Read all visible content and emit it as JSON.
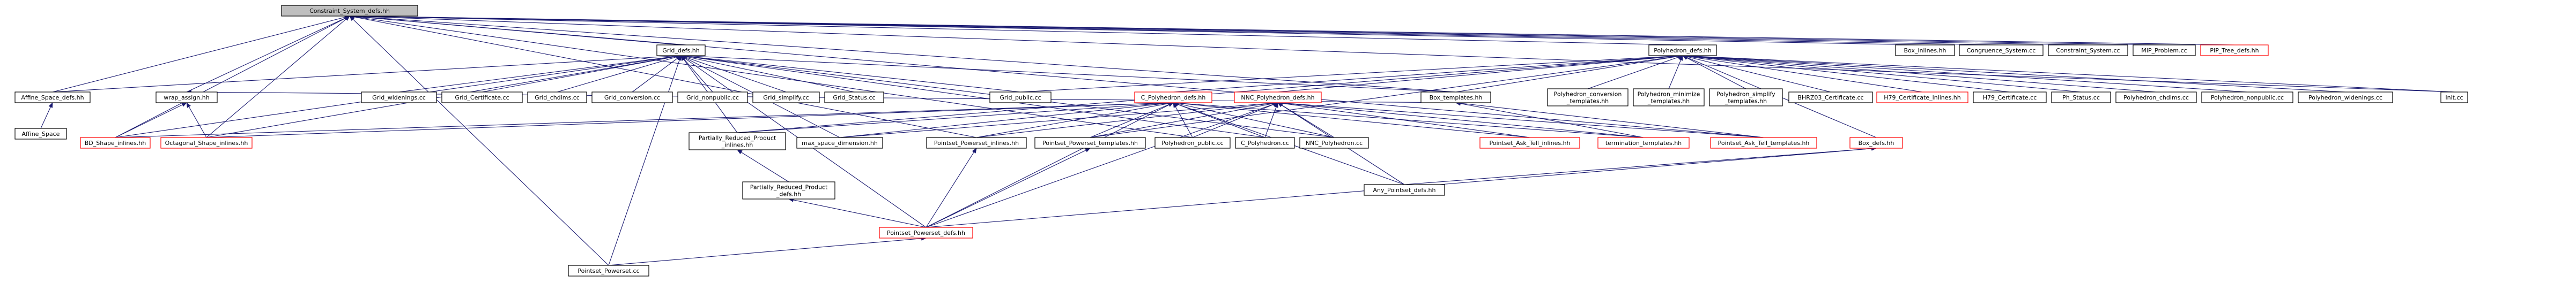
{
  "colors": {
    "root_fill": "#bfbfbf",
    "node_fill": "#ffffff",
    "node_border_normal": "#000000",
    "node_border_truncated": "#ff0000",
    "edge_color": "#191970"
  },
  "nodes": [
    {
      "id": "n_root",
      "lines": [
        "Constraint_System_defs.hh"
      ],
      "kind": "root"
    },
    {
      "id": "n_grid_defs",
      "lines": [
        "Grid_defs.hh"
      ],
      "kind": "normal"
    },
    {
      "id": "n_poly_defs",
      "lines": [
        "Polyhedron_defs.hh"
      ],
      "kind": "normal"
    },
    {
      "id": "n_box_inlines",
      "lines": [
        "Box_inlines.hh"
      ],
      "kind": "normal"
    },
    {
      "id": "n_congruence",
      "lines": [
        "Congruence_System.cc"
      ],
      "kind": "normal"
    },
    {
      "id": "n_cs_cc",
      "lines": [
        "Constraint_System.cc"
      ],
      "kind": "normal"
    },
    {
      "id": "n_mip",
      "lines": [
        "MIP_Problem.cc"
      ],
      "kind": "normal"
    },
    {
      "id": "n_pip",
      "lines": [
        "PIP_Tree_defs.hh"
      ],
      "kind": "truncated"
    },
    {
      "id": "n_affine_defs",
      "lines": [
        "Affine_Space_defs.hh"
      ],
      "kind": "normal"
    },
    {
      "id": "n_wrap",
      "lines": [
        "wrap_assign.hh"
      ],
      "kind": "normal"
    },
    {
      "id": "n_grid_widenings",
      "lines": [
        "Grid_widenings.cc"
      ],
      "kind": "normal"
    },
    {
      "id": "n_grid_cert",
      "lines": [
        "Grid_Certificate.cc"
      ],
      "kind": "normal"
    },
    {
      "id": "n_grid_chdims",
      "lines": [
        "Grid_chdims.cc"
      ],
      "kind": "normal"
    },
    {
      "id": "n_grid_conv",
      "lines": [
        "Grid_conversion.cc"
      ],
      "kind": "normal"
    },
    {
      "id": "n_grid_nonpub",
      "lines": [
        "Grid_nonpublic.cc"
      ],
      "kind": "normal"
    },
    {
      "id": "n_grid_simplify",
      "lines": [
        "Grid_simplify.cc"
      ],
      "kind": "normal"
    },
    {
      "id": "n_grid_status",
      "lines": [
        "Grid_Status.cc"
      ],
      "kind": "normal"
    },
    {
      "id": "n_grid_public",
      "lines": [
        "Grid_public.cc"
      ],
      "kind": "normal"
    },
    {
      "id": "n_box_templates",
      "lines": [
        "Box_templates.hh"
      ],
      "kind": "normal"
    },
    {
      "id": "n_poly_conv_tpl",
      "lines": [
        "Polyhedron_conversion",
        "_templates.hh"
      ],
      "kind": "normal"
    },
    {
      "id": "n_poly_min_tpl",
      "lines": [
        "Polyhedron_minimize",
        "_templates.hh"
      ],
      "kind": "normal"
    },
    {
      "id": "n_poly_simp_tpl",
      "lines": [
        "Polyhedron_simplify",
        "_templates.hh"
      ],
      "kind": "normal"
    },
    {
      "id": "n_bhrz03",
      "lines": [
        "BHRZ03_Certificate.cc"
      ],
      "kind": "normal"
    },
    {
      "id": "n_h79_inl",
      "lines": [
        "H79_Certificate_inlines.hh"
      ],
      "kind": "truncated"
    },
    {
      "id": "n_h79_cc",
      "lines": [
        "H79_Certificate.cc"
      ],
      "kind": "normal"
    },
    {
      "id": "n_ph_status",
      "lines": [
        "Ph_Status.cc"
      ],
      "kind": "normal"
    },
    {
      "id": "n_poly_chdims",
      "lines": [
        "Polyhedron_chdims.cc"
      ],
      "kind": "normal"
    },
    {
      "id": "n_poly_nonpub",
      "lines": [
        "Polyhedron_nonpublic.cc"
      ],
      "kind": "normal"
    },
    {
      "id": "n_poly_widen",
      "lines": [
        "Polyhedron_widenings.cc"
      ],
      "kind": "normal"
    },
    {
      "id": "n_init",
      "lines": [
        "Init.cc"
      ],
      "kind": "normal"
    },
    {
      "id": "n_cpoly_defs",
      "lines": [
        "C_Polyhedron_defs.hh"
      ],
      "kind": "truncated"
    },
    {
      "id": "n_nncpoly_defs",
      "lines": [
        "NNC_Polyhedron_defs.hh"
      ],
      "kind": "truncated"
    },
    {
      "id": "n_affine_space",
      "lines": [
        "Affine_Space"
      ],
      "kind": "normal"
    },
    {
      "id": "n_bd_inl",
      "lines": [
        "BD_Shape_inlines.hh"
      ],
      "kind": "truncated"
    },
    {
      "id": "n_oct_inl",
      "lines": [
        "Octagonal_Shape_inlines.hh"
      ],
      "kind": "truncated"
    },
    {
      "id": "n_prp_inl",
      "lines": [
        "Partially_Reduced_Product",
        "_inlines.hh"
      ],
      "kind": "normal"
    },
    {
      "id": "n_max_space",
      "lines": [
        "max_space_dimension.hh"
      ],
      "kind": "normal"
    },
    {
      "id": "n_pps_inl",
      "lines": [
        "Pointset_Powerset_inlines.hh"
      ],
      "kind": "normal"
    },
    {
      "id": "n_pps_tpl",
      "lines": [
        "Pointset_Powerset_templates.hh"
      ],
      "kind": "normal"
    },
    {
      "id": "n_poly_public",
      "lines": [
        "Polyhedron_public.cc"
      ],
      "kind": "normal"
    },
    {
      "id": "n_c_poly_cc",
      "lines": [
        "C_Polyhedron.cc"
      ],
      "kind": "normal"
    },
    {
      "id": "n_nnc_poly_cc",
      "lines": [
        "NNC_Polyhedron.cc"
      ],
      "kind": "normal"
    },
    {
      "id": "n_pat_inl",
      "lines": [
        "Pointset_Ask_Tell_inlines.hh"
      ],
      "kind": "truncated"
    },
    {
      "id": "n_term_tpl",
      "lines": [
        "termination_templates.hh"
      ],
      "kind": "truncated"
    },
    {
      "id": "n_pat_tpl",
      "lines": [
        "Pointset_Ask_Tell_templates.hh"
      ],
      "kind": "truncated"
    },
    {
      "id": "n_box_defs",
      "lines": [
        "Box_defs.hh"
      ],
      "kind": "truncated"
    },
    {
      "id": "n_prp_defs",
      "lines": [
        "Partially_Reduced_Product",
        "_defs.hh"
      ],
      "kind": "normal"
    },
    {
      "id": "n_any_pt",
      "lines": [
        "Any_Pointset_defs.hh"
      ],
      "kind": "normal"
    },
    {
      "id": "n_pps_defs",
      "lines": [
        "Pointset_Powerset_defs.hh"
      ],
      "kind": "truncated"
    },
    {
      "id": "n_pps_cc",
      "lines": [
        "Pointset_Powerset.cc"
      ],
      "kind": "normal"
    }
  ],
  "edges": [
    [
      "n_grid_defs",
      "n_root"
    ],
    [
      "n_poly_defs",
      "n_root"
    ],
    [
      "n_box_inlines",
      "n_root"
    ],
    [
      "n_congruence",
      "n_root"
    ],
    [
      "n_cs_cc",
      "n_root"
    ],
    [
      "n_mip",
      "n_root"
    ],
    [
      "n_pip",
      "n_root"
    ],
    [
      "n_affine_defs",
      "n_root"
    ],
    [
      "n_wrap",
      "n_root"
    ],
    [
      "n_bd_inl",
      "n_root"
    ],
    [
      "n_oct_inl",
      "n_root"
    ],
    [
      "n_box_templates",
      "n_root"
    ],
    [
      "n_pat_tpl",
      "n_root"
    ],
    [
      "n_pps_cc",
      "n_root"
    ],
    [
      "n_init",
      "n_root"
    ],
    [
      "n_poly_public",
      "n_root"
    ],
    [
      "n_pps_inl",
      "n_root"
    ],
    [
      "n_affine_defs",
      "n_grid_defs"
    ],
    [
      "n_grid_widenings",
      "n_grid_defs"
    ],
    [
      "n_grid_cert",
      "n_grid_defs"
    ],
    [
      "n_grid_chdims",
      "n_grid_defs"
    ],
    [
      "n_grid_conv",
      "n_grid_defs"
    ],
    [
      "n_grid_nonpub",
      "n_grid_defs"
    ],
    [
      "n_grid_simplify",
      "n_grid_defs"
    ],
    [
      "n_grid_status",
      "n_grid_defs"
    ],
    [
      "n_grid_public",
      "n_grid_defs"
    ],
    [
      "n_bd_inl",
      "n_grid_defs"
    ],
    [
      "n_oct_inl",
      "n_grid_defs"
    ],
    [
      "n_prp_inl",
      "n_grid_defs"
    ],
    [
      "n_max_space",
      "n_grid_defs"
    ],
    [
      "n_pps_cc",
      "n_grid_defs"
    ],
    [
      "n_pps_defs",
      "n_grid_defs"
    ],
    [
      "n_nnc_poly_cc",
      "n_grid_defs"
    ],
    [
      "n_c_poly_cc",
      "n_grid_defs"
    ],
    [
      "n_box_templates",
      "n_grid_defs"
    ],
    [
      "n_box_templates",
      "n_poly_defs"
    ],
    [
      "n_poly_conv_tpl",
      "n_poly_defs"
    ],
    [
      "n_poly_min_tpl",
      "n_poly_defs"
    ],
    [
      "n_poly_simp_tpl",
      "n_poly_defs"
    ],
    [
      "n_bhrz03",
      "n_poly_defs"
    ],
    [
      "n_h79_inl",
      "n_poly_defs"
    ],
    [
      "n_h79_cc",
      "n_poly_defs"
    ],
    [
      "n_ph_status",
      "n_poly_defs"
    ],
    [
      "n_poly_chdims",
      "n_poly_defs"
    ],
    [
      "n_poly_nonpub",
      "n_poly_defs"
    ],
    [
      "n_poly_widen",
      "n_poly_defs"
    ],
    [
      "n_init",
      "n_poly_defs"
    ],
    [
      "n_cpoly_defs",
      "n_poly_defs"
    ],
    [
      "n_nncpoly_defs",
      "n_poly_defs"
    ],
    [
      "n_grid_public",
      "n_poly_defs"
    ],
    [
      "n_box_defs",
      "n_poly_defs"
    ],
    [
      "n_prp_inl",
      "n_poly_defs"
    ],
    [
      "n_pps_tpl",
      "n_poly_defs"
    ],
    [
      "n_affine_space",
      "n_affine_defs"
    ],
    [
      "n_bd_inl",
      "n_wrap"
    ],
    [
      "n_oct_inl",
      "n_wrap"
    ],
    [
      "n_box_templates",
      "n_wrap"
    ],
    [
      "n_bd_inl",
      "n_cpoly_defs"
    ],
    [
      "n_oct_inl",
      "n_cpoly_defs"
    ],
    [
      "n_prp_inl",
      "n_cpoly_defs"
    ],
    [
      "n_max_space",
      "n_cpoly_defs"
    ],
    [
      "n_pps_inl",
      "n_cpoly_defs"
    ],
    [
      "n_pps_tpl",
      "n_cpoly_defs"
    ],
    [
      "n_poly_public",
      "n_cpoly_defs"
    ],
    [
      "n_c_poly_cc",
      "n_cpoly_defs"
    ],
    [
      "n_nnc_poly_cc",
      "n_cpoly_defs"
    ],
    [
      "n_pat_inl",
      "n_cpoly_defs"
    ],
    [
      "n_term_tpl",
      "n_cpoly_defs"
    ],
    [
      "n_any_pt",
      "n_cpoly_defs"
    ],
    [
      "n_pps_defs",
      "n_cpoly_defs"
    ],
    [
      "n_max_space",
      "n_nncpoly_defs"
    ],
    [
      "n_pps_inl",
      "n_nncpoly_defs"
    ],
    [
      "n_pps_tpl",
      "n_nncpoly_defs"
    ],
    [
      "n_poly_public",
      "n_nncpoly_defs"
    ],
    [
      "n_c_poly_cc",
      "n_nncpoly_defs"
    ],
    [
      "n_nnc_poly_cc",
      "n_nncpoly_defs"
    ],
    [
      "n_pat_inl",
      "n_nncpoly_defs"
    ],
    [
      "n_term_tpl",
      "n_nncpoly_defs"
    ],
    [
      "n_pat_tpl",
      "n_nncpoly_defs"
    ],
    [
      "n_any_pt",
      "n_nncpoly_defs"
    ],
    [
      "n_pps_defs",
      "n_nncpoly_defs"
    ],
    [
      "n_prp_defs",
      "n_prp_inl"
    ],
    [
      "n_pps_defs",
      "n_prp_defs"
    ],
    [
      "n_pps_defs",
      "n_pps_inl"
    ],
    [
      "n_pps_defs",
      "n_pps_tpl"
    ],
    [
      "n_any_pt",
      "n_box_defs"
    ],
    [
      "n_pps_defs",
      "n_box_defs"
    ],
    [
      "n_pps_cc",
      "n_pps_defs"
    ],
    [
      "n_term_tpl",
      "n_box_templates"
    ],
    [
      "n_pat_tpl",
      "n_box_templates"
    ]
  ]
}
